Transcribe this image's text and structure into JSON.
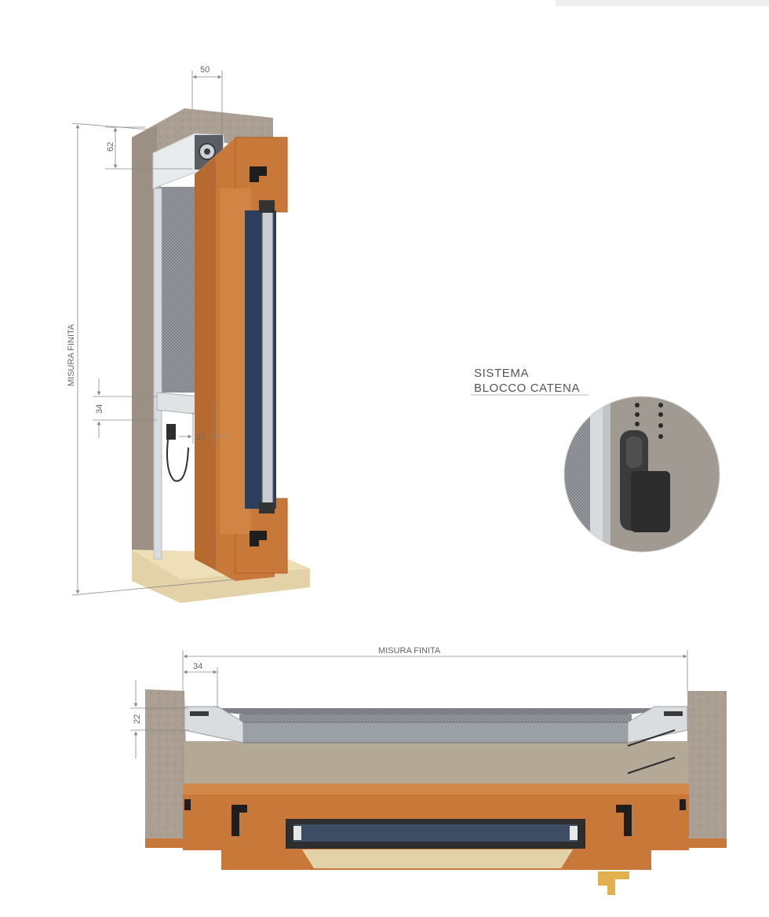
{
  "vertical_section": {
    "dims": {
      "head_width": "50",
      "box_height": "62",
      "bottom_rail": "34",
      "side_gap": "27"
    },
    "height_label": "MISURA FINITA"
  },
  "detail_callout": {
    "title_line1": "SISTEMA",
    "title_line2": "BLOCCO CATENA"
  },
  "horizontal_section": {
    "width_label": "MISURA FINITA",
    "dims": {
      "side_guide": "34",
      "guide_depth": "22"
    }
  },
  "colors": {
    "wood": "#c8793a",
    "wood_dark": "#a95f27",
    "concrete": "#a89c90",
    "sand": "#e3d2a7",
    "aluminium": "#d9dde0",
    "mesh": "#8a8e93",
    "dim_line": "#8a8a8a"
  }
}
